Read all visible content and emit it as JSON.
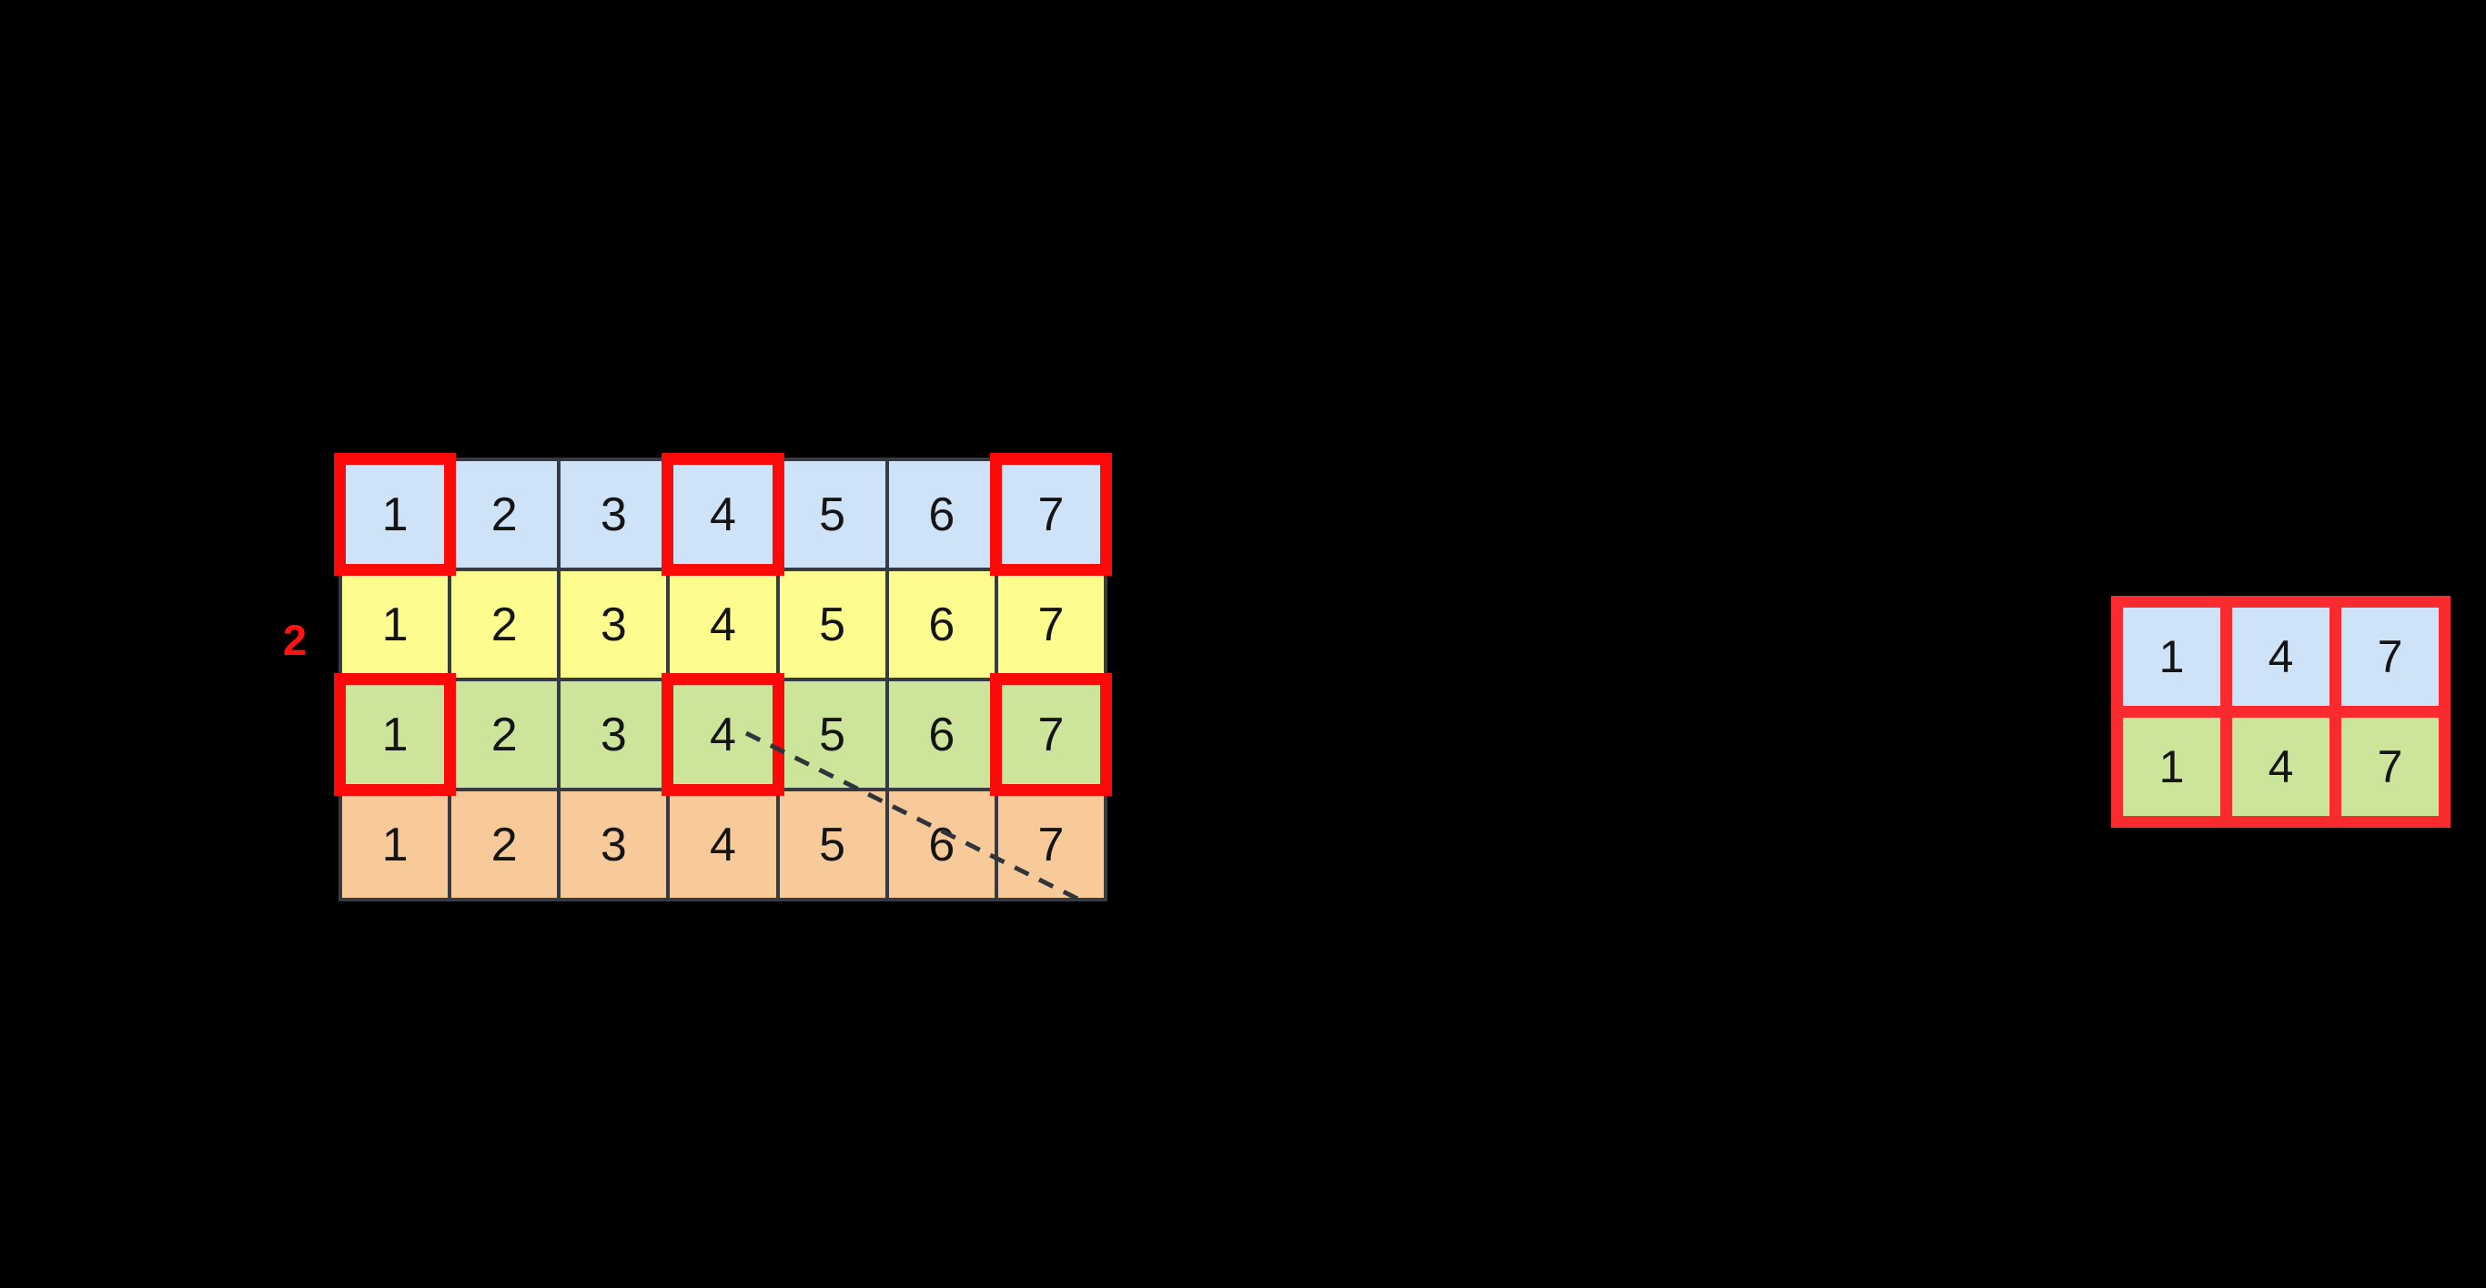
{
  "background_color": "#000000",
  "text_color": "#141414",
  "left_grid": {
    "description": "strided source array, 4 rows x 7 columns",
    "grid_line_color": "#343b45",
    "highlight_color": "#fb0a0a",
    "rows": [
      {
        "name": "row-blue",
        "color": "#cee2f8",
        "cells": [
          "1",
          "2",
          "3",
          "4",
          "5",
          "6",
          "7"
        ]
      },
      {
        "name": "row-yellow",
        "color": "#fdfc8e",
        "cells": [
          "1",
          "2",
          "3",
          "4",
          "5",
          "6",
          "7"
        ]
      },
      {
        "name": "row-green",
        "color": "#cde59b",
        "cells": [
          "1",
          "2",
          "3",
          "4",
          "5",
          "6",
          "7"
        ]
      },
      {
        "name": "row-orange",
        "color": "#f8ca99",
        "cells": [
          "1",
          "2",
          "3",
          "4",
          "5",
          "6",
          "7"
        ]
      }
    ],
    "highlighted_cells": [
      [
        0,
        0
      ],
      [
        0,
        3
      ],
      [
        0,
        6
      ],
      [
        2,
        0
      ],
      [
        2,
        3
      ],
      [
        2,
        6
      ]
    ]
  },
  "stride_label": {
    "text": "2",
    "color": "#fe1212"
  },
  "dashed_line": {
    "color": "#2e343a"
  },
  "right_grid": {
    "description": "gathered result grid, 2 rows x 3 columns",
    "frame_color": "#f92b2f",
    "rows": [
      {
        "name": "row-blue",
        "color": "#cee2f8",
        "cells": [
          "1",
          "4",
          "7"
        ]
      },
      {
        "name": "row-green",
        "color": "#cde59b",
        "cells": [
          "1",
          "4",
          "7"
        ]
      }
    ]
  }
}
